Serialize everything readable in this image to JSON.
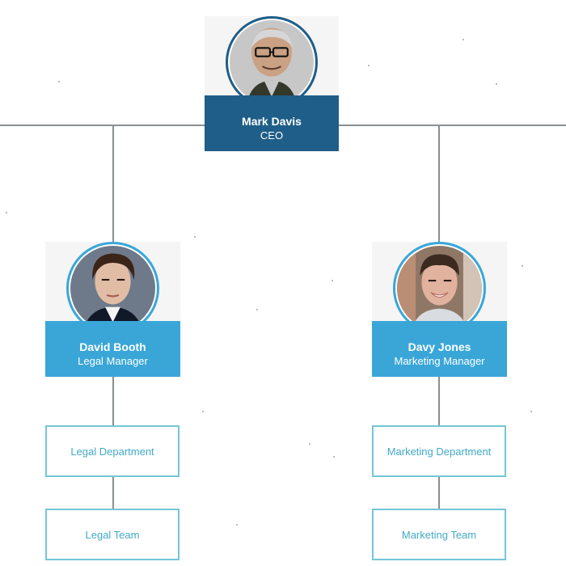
{
  "org_chart": {
    "ceo": {
      "name": "Mark Davis",
      "title": "CEO",
      "color": "#1f5e88"
    },
    "legal_manager": {
      "name": "David Booth",
      "title": "Legal Manager",
      "color": "#3aa6d8"
    },
    "marketing_manager": {
      "name": "Davy Jones",
      "title": "Marketing Manager",
      "color": "#3aa6d8"
    },
    "departments": {
      "legal_department": "Legal Department",
      "legal_team": "Legal Team",
      "marketing_department": "Marketing Department",
      "marketing_team": "Marketing Team"
    },
    "line_color": "#8a8f93",
    "box_border_color": "#73c6d7"
  }
}
